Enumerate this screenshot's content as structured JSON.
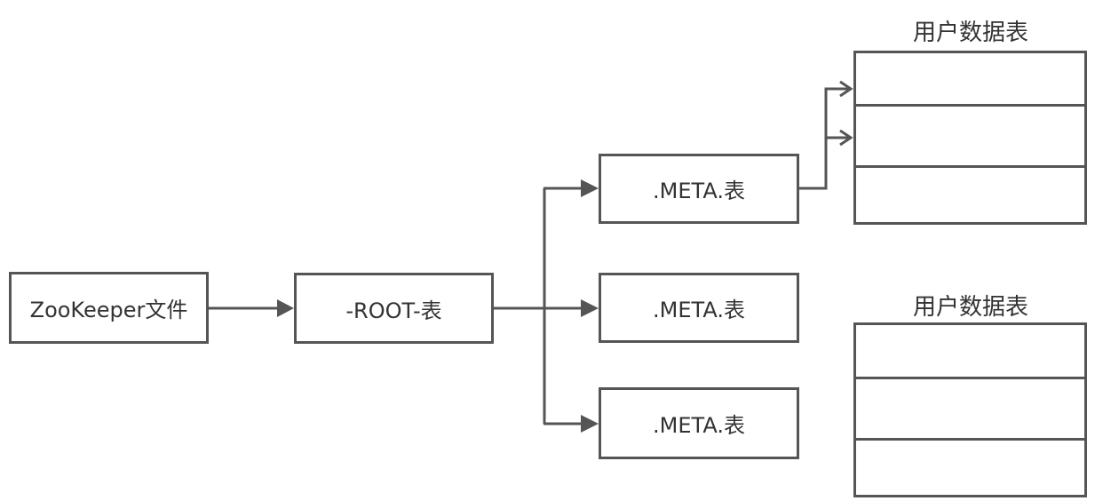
{
  "nodes": {
    "zookeeper": "ZooKeeper文件",
    "root": "-ROOT-表",
    "meta_top": ".META.表",
    "meta_mid": ".META.表",
    "meta_bottom": ".META.表"
  },
  "user_tables": [
    {
      "title": "用户数据表"
    },
    {
      "title": "用户数据表"
    }
  ],
  "colors": {
    "stroke": "#555555",
    "text": "#333333",
    "background": "#ffffff"
  }
}
